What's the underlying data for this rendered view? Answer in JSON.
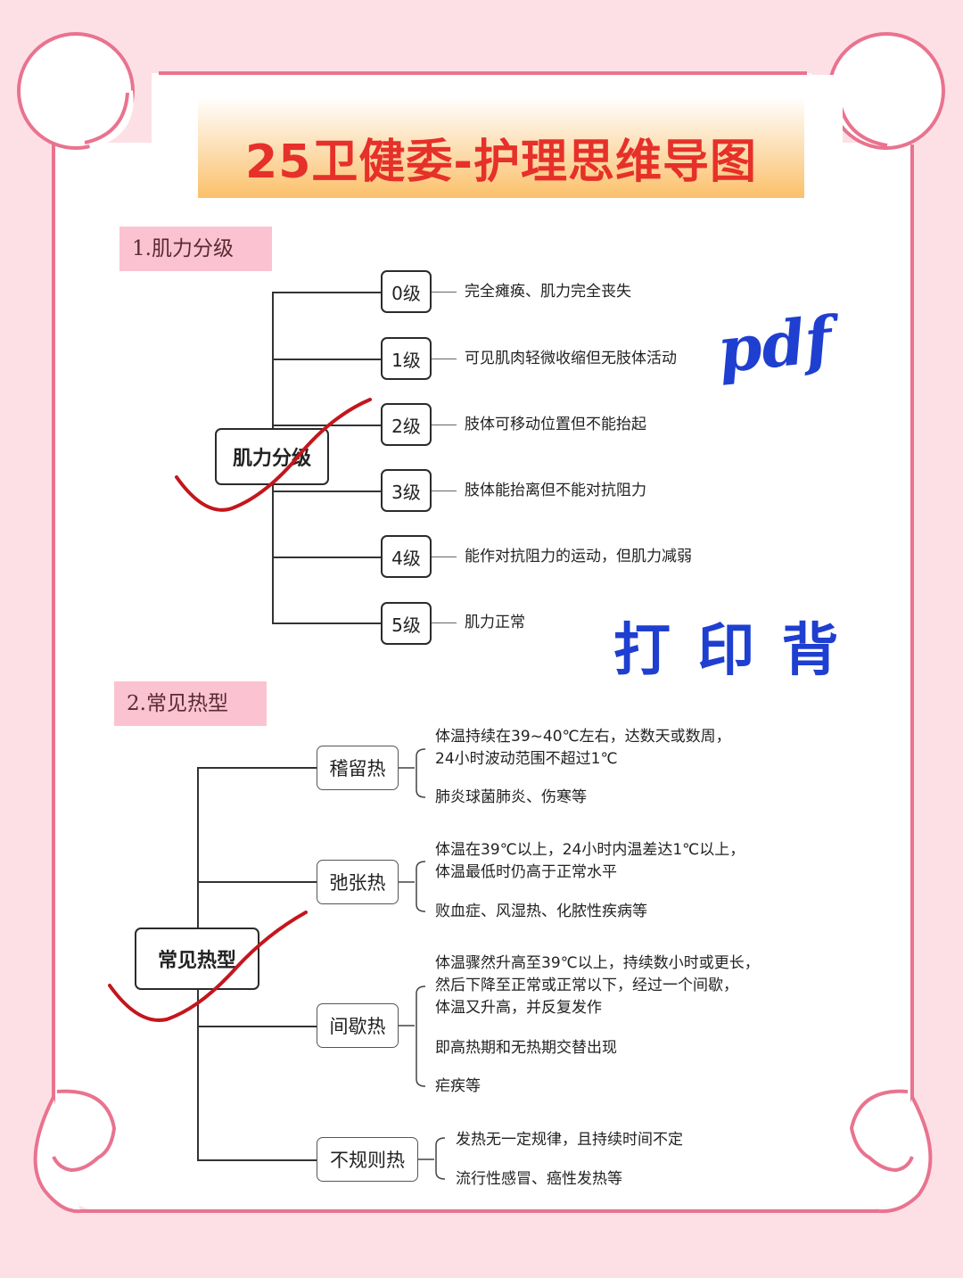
{
  "title": "25卫健委-护理思维导图",
  "colors": {
    "background": "#fde0e6",
    "frame_stroke": "#e9738f",
    "title_text": "#e6302a",
    "title_band_bottom": "#fbc06a",
    "section_tag_bg": "#fbc3d2",
    "handwriting_blue": "#1e3fd0",
    "check_mark_red": "#c4161c"
  },
  "annotations": {
    "pdf_label": "pdf",
    "print_label": "打 印 背"
  },
  "sections": [
    {
      "tag": "1.肌力分级",
      "root": "肌力分级",
      "branches": [
        {
          "label": "0级",
          "text": "完全瘫痪、肌力完全丧失"
        },
        {
          "label": "1级",
          "text": "可见肌肉轻微收缩但无肢体活动"
        },
        {
          "label": "2级",
          "text": "肢体可移动位置但不能抬起"
        },
        {
          "label": "3级",
          "text": "肢体能抬离但不能对抗阻力"
        },
        {
          "label": "4级",
          "text": "能作对抗阻力的运动，但肌力减弱"
        },
        {
          "label": "5级",
          "text": "肌力正常"
        }
      ]
    },
    {
      "tag": "2.常见热型",
      "root": "常见热型",
      "branches": [
        {
          "label": "稽留热",
          "items": [
            [
              "体温持续在39~40℃左右，达数天或数周，",
              "24小时波动范围不超过1℃"
            ],
            [
              "肺炎球菌肺炎、伤寒等"
            ]
          ]
        },
        {
          "label": "弛张热",
          "items": [
            [
              "体温在39℃以上，24小时内温差达1℃以上，",
              "体温最低时仍高于正常水平"
            ],
            [
              "败血症、风湿热、化脓性疾病等"
            ]
          ]
        },
        {
          "label": "间歇热",
          "items": [
            [
              "体温骤然升高至39℃以上，持续数小时或更长，",
              "然后下降至正常或正常以下，经过一个间歇，",
              "体温又升高，并反复发作"
            ],
            [
              "即高热期和无热期交替出现"
            ],
            [
              "疟疾等"
            ]
          ]
        },
        {
          "label": "不规则热",
          "items": [
            [
              "发热无一定规律，且持续时间不定"
            ],
            [
              "流行性感冒、癌性发热等"
            ]
          ]
        }
      ]
    }
  ]
}
